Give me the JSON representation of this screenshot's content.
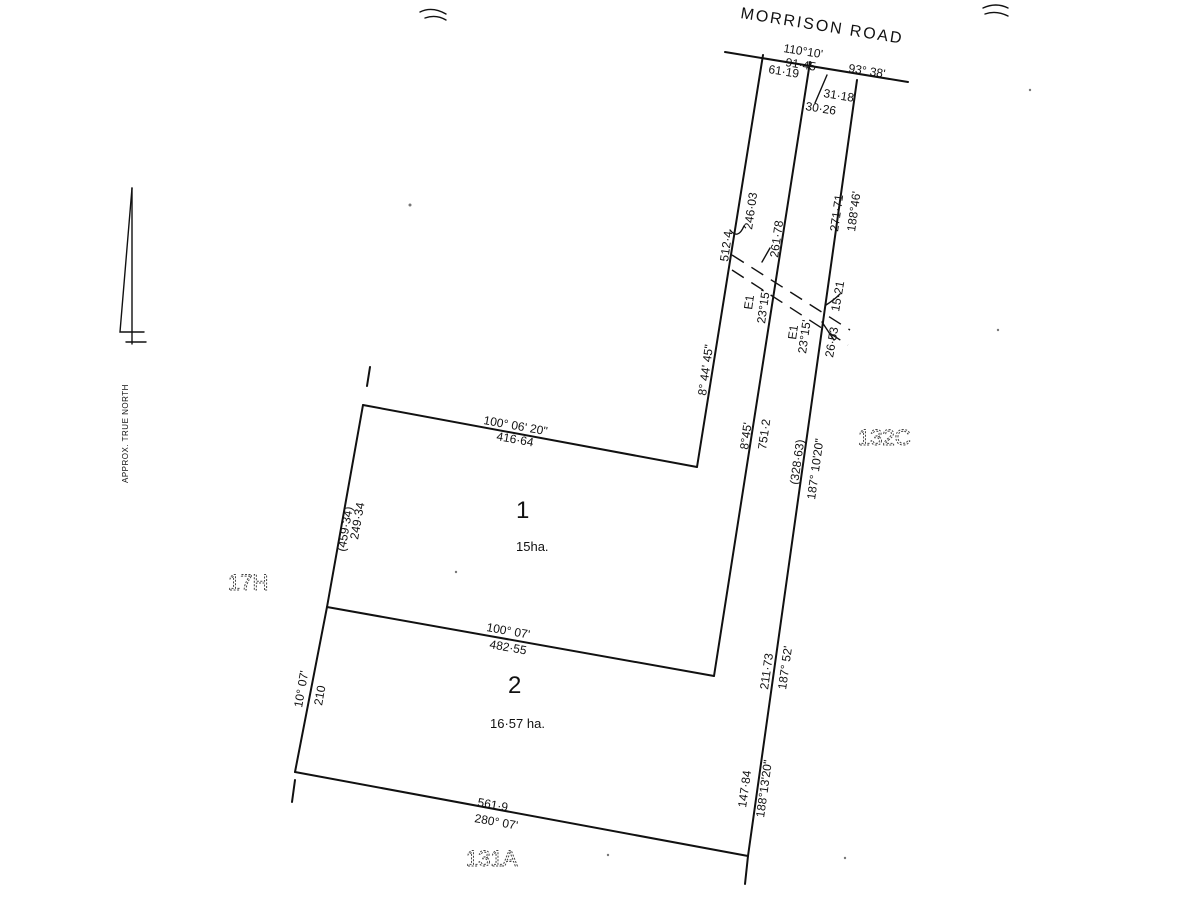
{
  "road": {
    "name": "MORRISON ROAD"
  },
  "north_arrow": {
    "label": "APPROX. TRUE NORTH"
  },
  "frontage": {
    "bearing_main": "110°10'",
    "dist_main": "91·45",
    "dist_left": "61·19",
    "dist_mid": "31·18",
    "dist_mid2": "30·26",
    "bearing_right": "93° 38'"
  },
  "east_strip": {
    "dist_top": "271·71",
    "bearing_top": "188°46'",
    "easement_right_1": "15·21",
    "easement_right_2": "26·53"
  },
  "middle_strip": {
    "easement_a": "246·03",
    "easement_b": "261·78",
    "easement_e1": "E1",
    "easement_e1_bearing": "23°15'",
    "easement_e2": "E1",
    "easement_e2_bearing": "23°15'",
    "bearing": "8°45'",
    "dist": "751·2"
  },
  "lot1_east": {
    "dist": "512·4",
    "bearing": "8° 44' 45\""
  },
  "east_boundary": {
    "dist_upper": "(328·63)",
    "bearing_upper": "187° 10'20\"",
    "dist_mid": "211·73",
    "bearing_mid": "187° 52'",
    "dist_lower": "147·84",
    "bearing_lower": "188°13'20\""
  },
  "lot1": {
    "number": "1",
    "area": "15ha.",
    "top_bearing": "100° 06' 20\"",
    "top_dist": "416·64",
    "west_dist_old": "(459·34)",
    "west_dist": "249·34"
  },
  "lot_divider": {
    "bearing": "100° 07'",
    "dist": "482·55"
  },
  "lot2": {
    "number": "2",
    "area": "16·57 ha.",
    "west_bearing": "10° 07'",
    "west_dist": "210",
    "bottom_dist": "561·9",
    "bottom_bearing": "280° 07'"
  },
  "adjacent": {
    "west": "17H",
    "east": "132C",
    "south": "131A"
  }
}
